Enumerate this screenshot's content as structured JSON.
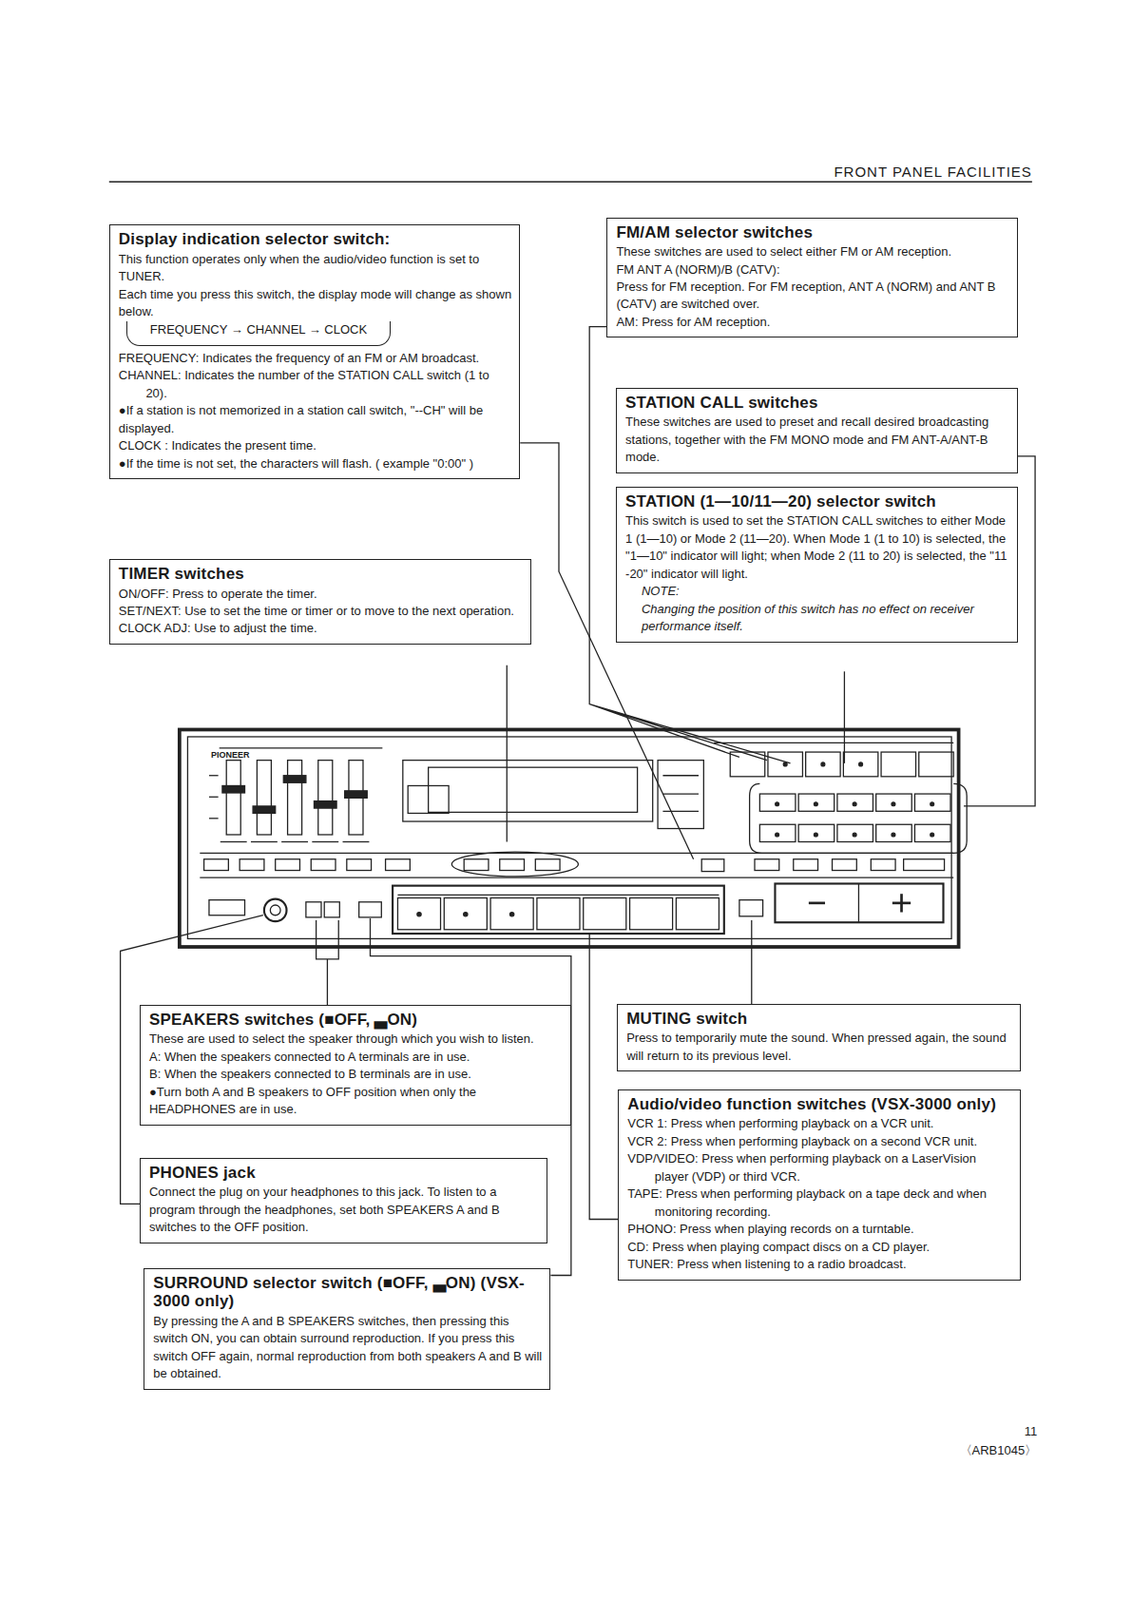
{
  "diagram": {
    "nodes": [
      {
        "text": [
          "Display indication selector switch:",
          "This function operates only when the audio/video function is set to TUNER.",
          "Each time you press this switch, the display mode will change as shown below.",
          "FREQUENCY → CHANNEL → CLOCK",
          "FREQUENCY: Indicates the frequency of an FM or AM broadcast.",
          "CHANNEL: Indicates the number of the STATION CALL switch (1 to 20).",
          "●If a station is not memorized in a station call switch, \"--CH\" will be displayed.",
          "CLOCK : Indicates the present time.",
          "●If the time is not set, the characters will flash. ( example \"0:00\" )"
        ]
      },
      {
        "text": [
          "FM/AM selector switches",
          "These switches are used to select either FM or AM reception.",
          "FM ANT A (NORM)/B (CATV):",
          "Press for FM reception. For FM reception, ANT A (NORM) and ANT B (CATV) are switched over.",
          "AM: Press for AM reception."
        ]
      },
      {
        "text": [
          "STATION CALL switches",
          "These switches are used to preset and recall desired broadcasting stations, together with the FM MONO mode and FM ANT-A/ANT-B mode."
        ]
      },
      {
        "text": [
          "STATION (1—10/11—20) selector switch",
          "This switch is used to set the STATION CALL switches to either Mode 1 (1—10) or Mode 2 (11—20). When Mode 1 (1 to 10) is selected, the \"1—10\" indicator will light; when Mode 2 (11 to 20) is selected, the \"11 -20\" indicator will light.",
          "NOTE:",
          "Changing the position of this switch has no effect on receiver performance itself."
        ]
      },
      {
        "text": [
          "TIMER switches",
          "ON/OFF: Press to operate the timer.",
          "SET/NEXT: Use to set the time or timer or to move to the next operation.",
          "CLOCK ADJ: Use to adjust the time."
        ]
      },
      {
        "text": [
          "SPEAKERS switches (■OFF, ▃ON)",
          "These are used to select the speaker through which you wish to listen.",
          "A: When the speakers connected to A terminals are in use.",
          "B: When the speakers connected to B terminals are in use.",
          "●Turn both A and B speakers to OFF position when only the HEADPHONES are in use."
        ]
      },
      {
        "text": [
          "MUTING switch",
          "Press to temporarily mute the sound. When pressed again, the sound will return to its previous level."
        ]
      },
      {
        "text": [
          "Audio/video function switches (VSX-3000 only)",
          "VCR 1: Press when performing playback on a VCR unit.",
          "VCR 2: Press when performing playback on a second VCR unit.",
          "VDP/VIDEO: Press when performing playback on a LaserVision player (VDP) or third VCR.",
          "TAPE: Press when performing playback on a tape deck and when monitoring recording.",
          "PHONO: Press when playing records on a turntable.",
          "CD: Press when playing compact discs on a CD player.",
          "TUNER: Press when listening to a radio broadcast."
        ]
      },
      {
        "text": [
          "PHONES jack",
          "Connect the plug on your headphones to this jack. To listen to a program through the headphones, set both SPEAKERS A and B switches to the OFF position."
        ]
      },
      {
        "text": [
          "SURROUND selector switch (■OFF, ▃ON) (VSX-3000 only)",
          "By pressing the A and B SPEAKERS switches, then pressing this switch ON, you can obtain surround reproduction. If you press this switch OFF again, normal reproduction from both speakers A and B will be obtained."
        ]
      }
    ],
    "labels": [
      "FRONT PANEL FACILITIES",
      "PIONEER",
      "11",
      "〈ARB1045〉"
    ]
  }
}
